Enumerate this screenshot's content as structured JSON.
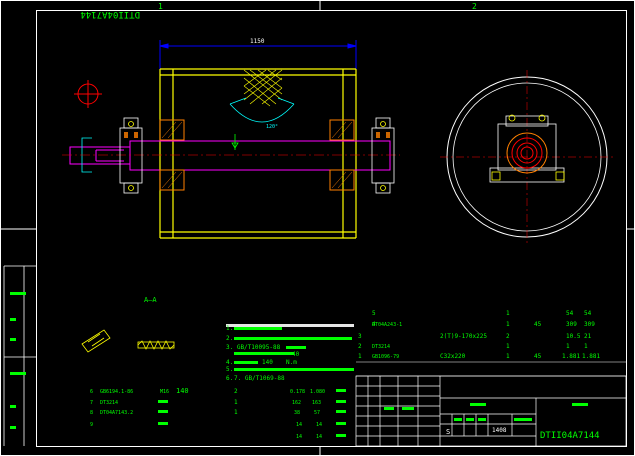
{
  "sheet": {
    "border_numbers": [
      "1",
      "2"
    ],
    "drawing_code_rotated": "DTII04A7144",
    "drawing_code": "DTII04A7144",
    "colors": {
      "background": "#000000",
      "frame": "#ffffff",
      "drum": "#ffff00",
      "shaft": "#ff00ff",
      "dimension": "#0000ff",
      "centerline": "#ff0000",
      "section": "#00ff00",
      "text": "#00ff00",
      "bearing": "#ff7f00",
      "hub": "#ff0000"
    }
  },
  "front_view": {
    "dim_width": "1150",
    "angle_label": "120°"
  },
  "section_view": {
    "title": "A–A"
  },
  "notes": [
    "1.",
    "2.",
    "3. GB/T10095-88",
    "4.",
    "5.",
    "6.",
    "7. GB/T1069-88"
  ],
  "notes_fragments": {
    "n3a": "140",
    "n3b": "N.m",
    "n4": "40"
  },
  "parts_upper": [
    {
      "no": "5",
      "code": "",
      "qty": "1",
      "c1": "",
      "c2": "54",
      "c3": "54"
    },
    {
      "no": "4",
      "code": "DT04A243-1",
      "qty": "1",
      "c1": "45",
      "c2": "309",
      "c3": "309"
    },
    {
      "no": "3",
      "code": "",
      "spec": "2(T)9-170x225",
      "qty": "2",
      "c1": "",
      "c2": "10.5",
      "c3": "21"
    },
    {
      "no": "2",
      "code": "DT3214",
      "qty": "1",
      "c1": "",
      "c2": "1",
      "c3": "1"
    },
    {
      "no": "1",
      "code": "GB1096-79",
      "spec": "C32x220",
      "qty": "1",
      "c1": "45",
      "c2": "1.881",
      "c3": "1.881"
    }
  ],
  "parts_lower": [
    {
      "no": "6",
      "code": "GB6194.1-86",
      "name": "M16",
      "dim": "140",
      "qty": "2"
    },
    {
      "no": "7",
      "code": "DT3214",
      "name": "",
      "dim": "",
      "qty": "1"
    },
    {
      "no": "8",
      "code": "DT04A7143.2",
      "name": "",
      "dim": "",
      "qty": "1"
    },
    {
      "no": "9",
      "code": "",
      "name": "",
      "dim": "",
      "qty": ""
    }
  ],
  "lower_values": [
    [
      "0.178",
      "1.080"
    ],
    [
      "162",
      "163"
    ],
    [
      "38",
      "57"
    ],
    [
      "14",
      "14"
    ],
    [
      "14",
      "14"
    ]
  ],
  "title_block": {
    "scale_cell": "1408",
    "drawing_no": "DTII04A7144",
    "mark": "S"
  }
}
